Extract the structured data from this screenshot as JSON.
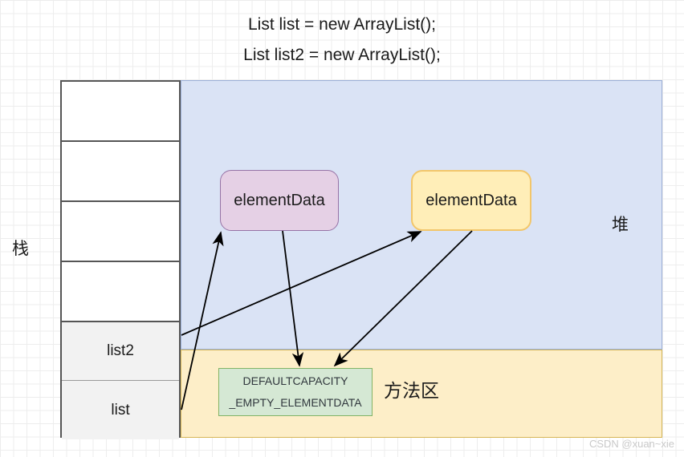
{
  "title": {
    "line1": "List list = new ArrayList();",
    "line2": "List list2 = new ArrayList();"
  },
  "stack": {
    "label": "栈",
    "cells": [
      {
        "label": "",
        "type": "empty"
      },
      {
        "label": "",
        "type": "empty"
      },
      {
        "label": "",
        "type": "empty"
      },
      {
        "label": "",
        "type": "empty"
      },
      {
        "label": "list2",
        "type": "named"
      },
      {
        "label": "list",
        "type": "named"
      }
    ]
  },
  "heap": {
    "label": "堆",
    "objects": [
      {
        "label": "elementData",
        "fill": "#e5d0e5",
        "stroke": "#9673a6"
      },
      {
        "label": "elementData",
        "fill": "#ffeeb8",
        "stroke": "#f2c66a"
      }
    ]
  },
  "method_area": {
    "label": "方法区",
    "constant": {
      "line1": "DEFAULTCAPACITY",
      "line2": "_EMPTY_ELEMENTDATA",
      "fill": "#d5e8d4",
      "stroke": "#82b366"
    }
  },
  "colors": {
    "heap_fill": "#dae3f5",
    "heap_stroke": "#9bb0d8",
    "method_area_fill": "#fdeec8",
    "method_area_stroke": "#d6b656",
    "stack_stroke": "#555555",
    "stack_named_fill": "#f2f2f2",
    "arrow": "#000000"
  },
  "arrows": [
    {
      "name": "list-to-element-data-1",
      "from": "stack-cell-list",
      "to": "element-data-box-1"
    },
    {
      "name": "element-data-1-to-default-capacity",
      "from": "element-data-box-1",
      "to": "default-capacity-box"
    },
    {
      "name": "list2-to-element-data-2",
      "from": "stack-cell-list2",
      "to": "element-data-box-2"
    },
    {
      "name": "element-data-2-to-default-capacity",
      "from": "element-data-box-2",
      "to": "default-capacity-box"
    }
  ],
  "watermark": "CSDN @xuan~xie"
}
